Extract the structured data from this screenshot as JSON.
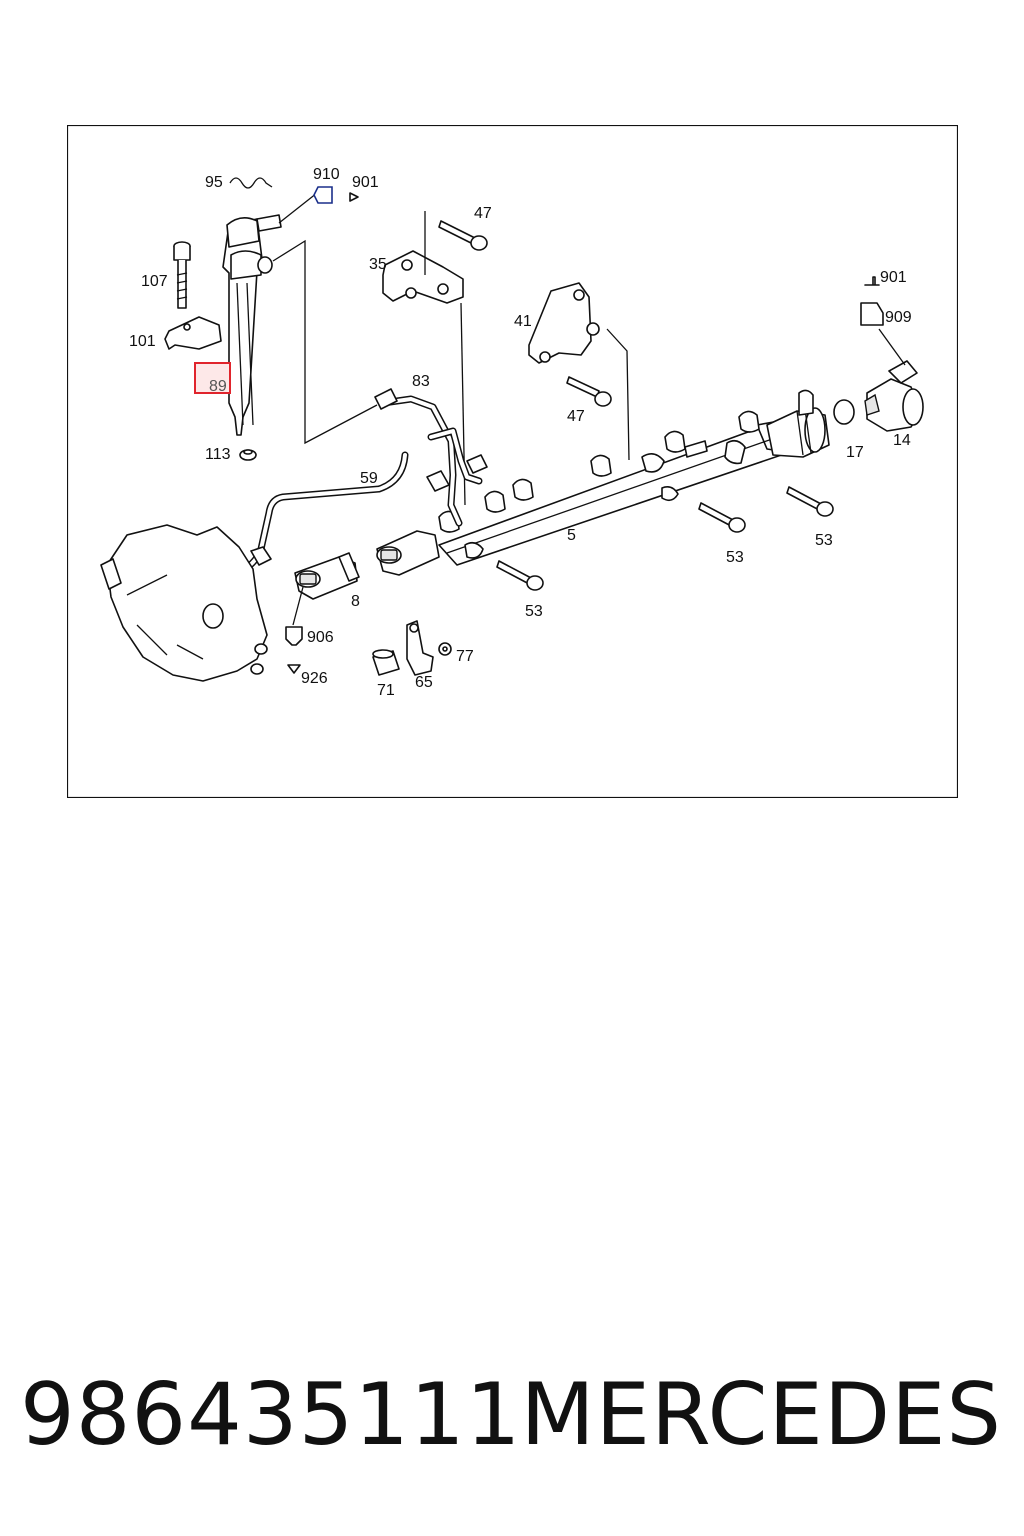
{
  "diagram": {
    "callouts": {
      "c95": "95",
      "c910": "910",
      "c901a": "901",
      "c47a": "47",
      "c35": "35",
      "c107": "107",
      "c101": "101",
      "c89": "89",
      "c113": "113",
      "c83": "83",
      "c41": "41",
      "c47b": "47",
      "c901b": "901",
      "c909": "909",
      "c59": "59",
      "c5": "5",
      "c17": "17",
      "c14": "14",
      "c53a": "53",
      "c53b": "53",
      "c53c": "53",
      "c8": "8",
      "c906": "906",
      "c926": "926",
      "c77": "77",
      "c71": "71",
      "c65": "65"
    },
    "highlight_color": "#e0242c",
    "accent_color": "#1a2f8a"
  },
  "footer": {
    "part_number": "986435111",
    "brand": "MERCEDES"
  }
}
